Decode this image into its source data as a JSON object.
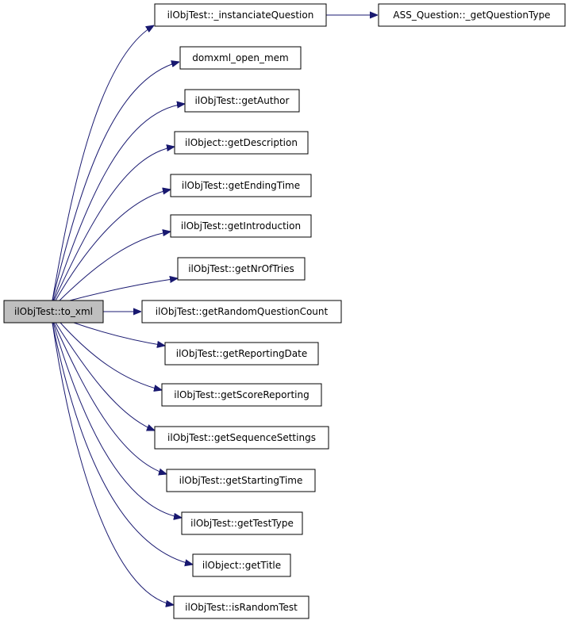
{
  "colors": {
    "edge": "#191970",
    "root_fill": "#bfbfbf",
    "node_fill": "#ffffff",
    "border": "#000000"
  },
  "graph": {
    "root": {
      "id": "to_xml",
      "label": "ilObjTest::to_xml"
    },
    "nodes": [
      {
        "id": "instanciateQuestion",
        "label": "ilObjTest::_instanciateQuestion"
      },
      {
        "id": "getQuestionType",
        "label": "ASS_Question::_getQuestionType"
      },
      {
        "id": "domxml",
        "label": "domxml_open_mem"
      },
      {
        "id": "getAuthor",
        "label": "ilObjTest::getAuthor"
      },
      {
        "id": "getDescription",
        "label": "ilObject::getDescription"
      },
      {
        "id": "getEndingTime",
        "label": "ilObjTest::getEndingTime"
      },
      {
        "id": "getIntroduction",
        "label": "ilObjTest::getIntroduction"
      },
      {
        "id": "getNrOfTries",
        "label": "ilObjTest::getNrOfTries"
      },
      {
        "id": "getRandomQuestionCount",
        "label": "ilObjTest::getRandomQuestionCount"
      },
      {
        "id": "getReportingDate",
        "label": "ilObjTest::getReportingDate"
      },
      {
        "id": "getScoreReporting",
        "label": "ilObjTest::getScoreReporting"
      },
      {
        "id": "getSequenceSettings",
        "label": "ilObjTest::getSequenceSettings"
      },
      {
        "id": "getStartingTime",
        "label": "ilObjTest::getStartingTime"
      },
      {
        "id": "getTestType",
        "label": "ilObjTest::getTestType"
      },
      {
        "id": "getTitle",
        "label": "ilObject::getTitle"
      },
      {
        "id": "isRandomTest",
        "label": "ilObjTest::isRandomTest"
      }
    ],
    "edges": [
      {
        "from": "to_xml",
        "to": "instanciateQuestion"
      },
      {
        "from": "instanciateQuestion",
        "to": "getQuestionType"
      },
      {
        "from": "to_xml",
        "to": "domxml"
      },
      {
        "from": "to_xml",
        "to": "getAuthor"
      },
      {
        "from": "to_xml",
        "to": "getDescription"
      },
      {
        "from": "to_xml",
        "to": "getEndingTime"
      },
      {
        "from": "to_xml",
        "to": "getIntroduction"
      },
      {
        "from": "to_xml",
        "to": "getNrOfTries"
      },
      {
        "from": "to_xml",
        "to": "getRandomQuestionCount"
      },
      {
        "from": "to_xml",
        "to": "getReportingDate"
      },
      {
        "from": "to_xml",
        "to": "getScoreReporting"
      },
      {
        "from": "to_xml",
        "to": "getSequenceSettings"
      },
      {
        "from": "to_xml",
        "to": "getStartingTime"
      },
      {
        "from": "to_xml",
        "to": "getTestType"
      },
      {
        "from": "to_xml",
        "to": "getTitle"
      },
      {
        "from": "to_xml",
        "to": "isRandomTest"
      }
    ]
  }
}
